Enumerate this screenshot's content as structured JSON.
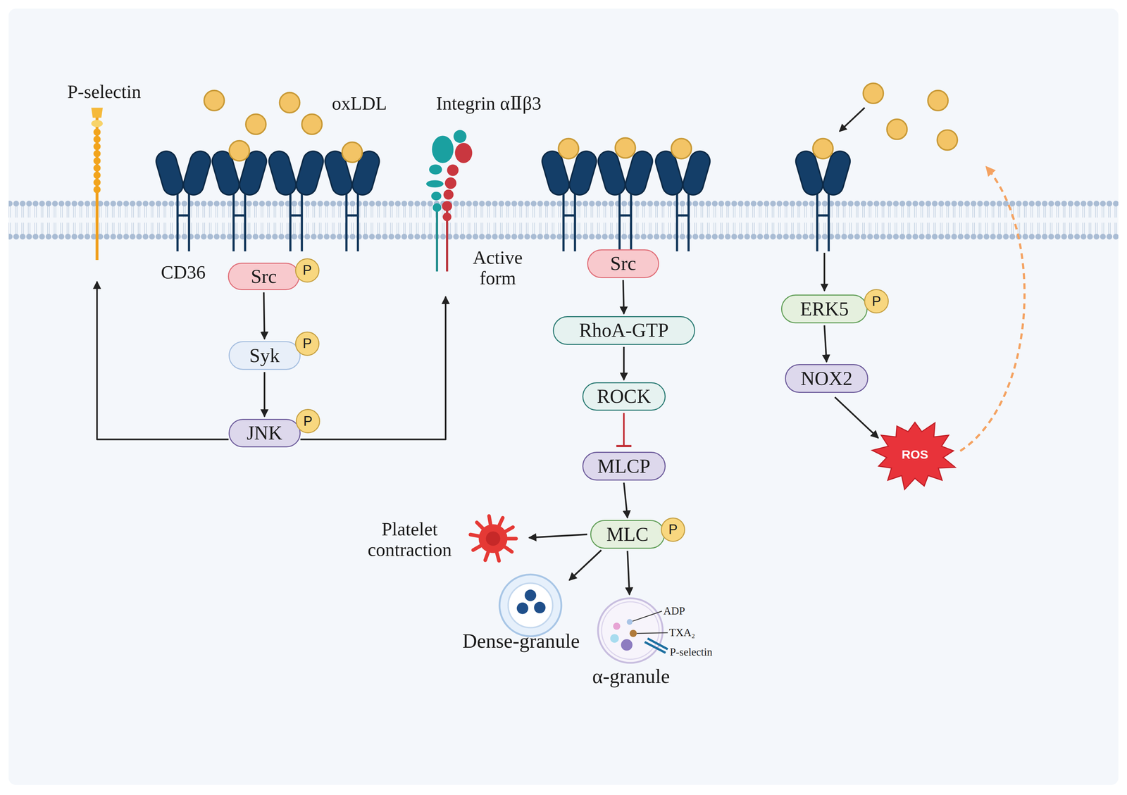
{
  "diagram": {
    "nodes": [
      {
        "text": [
          "P-selectin"
        ]
      },
      {
        "text": [
          "CD36"
        ]
      },
      {
        "text": [
          "Src"
        ]
      },
      {
        "text": [
          "P"
        ],
        "in": 2
      },
      {
        "text": [
          "Syk"
        ]
      },
      {
        "text": [
          "P"
        ],
        "in": 4
      },
      {
        "text": [
          "JNK"
        ]
      },
      {
        "text": [
          "P"
        ],
        "in": 6
      },
      {
        "text": [
          "Integrin αⅡβ3",
          "Active form"
        ]
      },
      {
        "text": [
          "Src"
        ]
      },
      {
        "text": [
          "RhoA-GTP"
        ]
      },
      {
        "text": [
          "ROCK"
        ]
      },
      {
        "text": [
          "MLCP"
        ]
      },
      {
        "text": [
          "MLC"
        ]
      },
      {
        "text": [
          "P"
        ],
        "in": 13
      },
      {
        "text": [
          "Platelet contraction"
        ]
      },
      {
        "text": [
          "Dense-granule"
        ]
      },
      {
        "text": [
          "ADP",
          "TXA₂",
          "P-selectin",
          "α-granule"
        ]
      },
      {
        "text": [
          "ERK5"
        ]
      },
      {
        "text": [
          "P"
        ],
        "in": 18
      },
      {
        "text": [
          "NOX2"
        ]
      },
      {
        "text": [
          "ROS"
        ]
      }
    ],
    "edges": [
      {
        "from": 2,
        "to": 4,
        "arrow": "to"
      },
      {
        "from": 4,
        "to": 6,
        "arrow": "to"
      },
      {
        "from": 6,
        "to": 0,
        "arrow": "to"
      },
      {
        "from": 6,
        "to": 8,
        "arrow": "to"
      },
      {
        "from": 9,
        "to": 10,
        "arrow": "to"
      },
      {
        "from": 10,
        "to": 11,
        "arrow": "to"
      },
      {
        "from": 11,
        "to": 12,
        "arrow": "to"
      },
      {
        "from": 12,
        "to": 13,
        "arrow": "to"
      },
      {
        "from": 13,
        "to": 15,
        "arrow": "to"
      },
      {
        "from": 13,
        "to": 16,
        "arrow": "to"
      },
      {
        "from": 13,
        "to": 17,
        "arrow": "to"
      },
      {
        "from": 18,
        "to": 20,
        "arrow": "to"
      },
      {
        "from": 20,
        "to": 21,
        "arrow": "to"
      }
    ],
    "labels": [
      "oxLDL"
    ]
  }
}
